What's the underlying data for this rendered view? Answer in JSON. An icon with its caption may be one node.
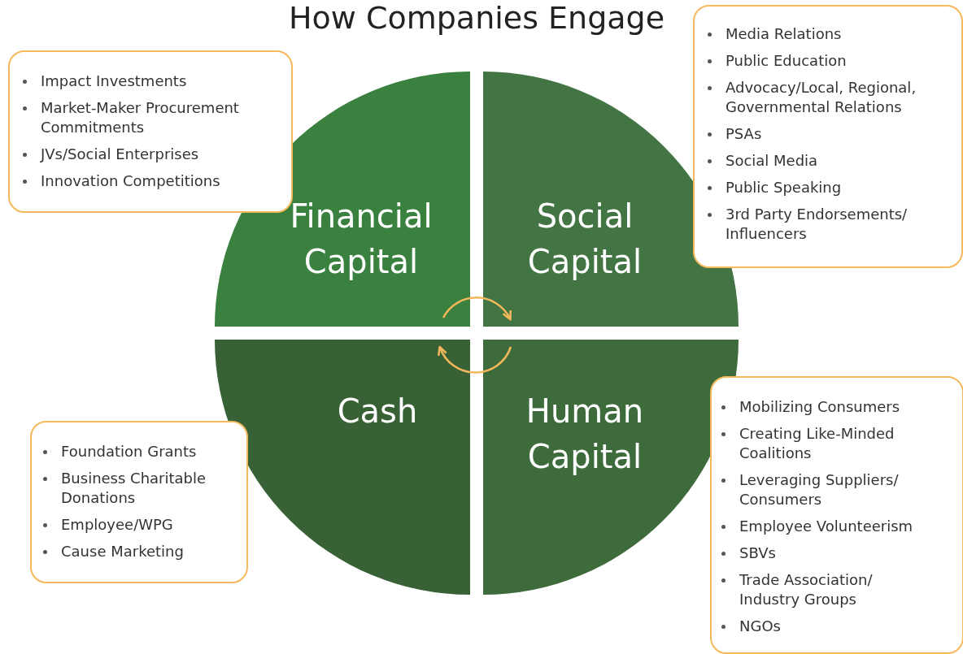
{
  "diagram": {
    "title": "How Companies Engage",
    "nodes": [
      {
        "text": [
          "Impact Investments",
          "Market-Maker Procurement Commitments",
          "JVs/Social Enterprises",
          "Innovation Competitions"
        ]
      },
      {
        "text": [
          "Media Relations",
          "Public Education",
          "Advocacy/Local, Regional, Governmental Relations",
          "PSAs",
          "Social Media",
          "Public Speaking",
          "3rd Party Endorsements/ Influencers"
        ]
      },
      {
        "text": [
          "Financial Capital"
        ]
      },
      {
        "text": [
          "Social Capital"
        ]
      },
      {
        "text": [
          "Cash"
        ]
      },
      {
        "text": [
          "Human Capital"
        ]
      },
      {
        "text": [
          "Foundation Grants",
          "Business Charitable Donations",
          "Employee/WPG",
          "Cause Marketing"
        ]
      },
      {
        "text": [
          "Mobilizing Consumers",
          "Creating Like-Minded Coalitions",
          "Leveraging Suppliers/ Consumers",
          "Employee Volunteerism",
          "SBVs",
          "Trade Association/ Industry Groups",
          "NGOs"
        ]
      }
    ],
    "edges": [
      {
        "from": 2,
        "to": 3,
        "arrow": "to"
      },
      {
        "from": 5,
        "to": 4,
        "arrow": "to"
      }
    ]
  }
}
